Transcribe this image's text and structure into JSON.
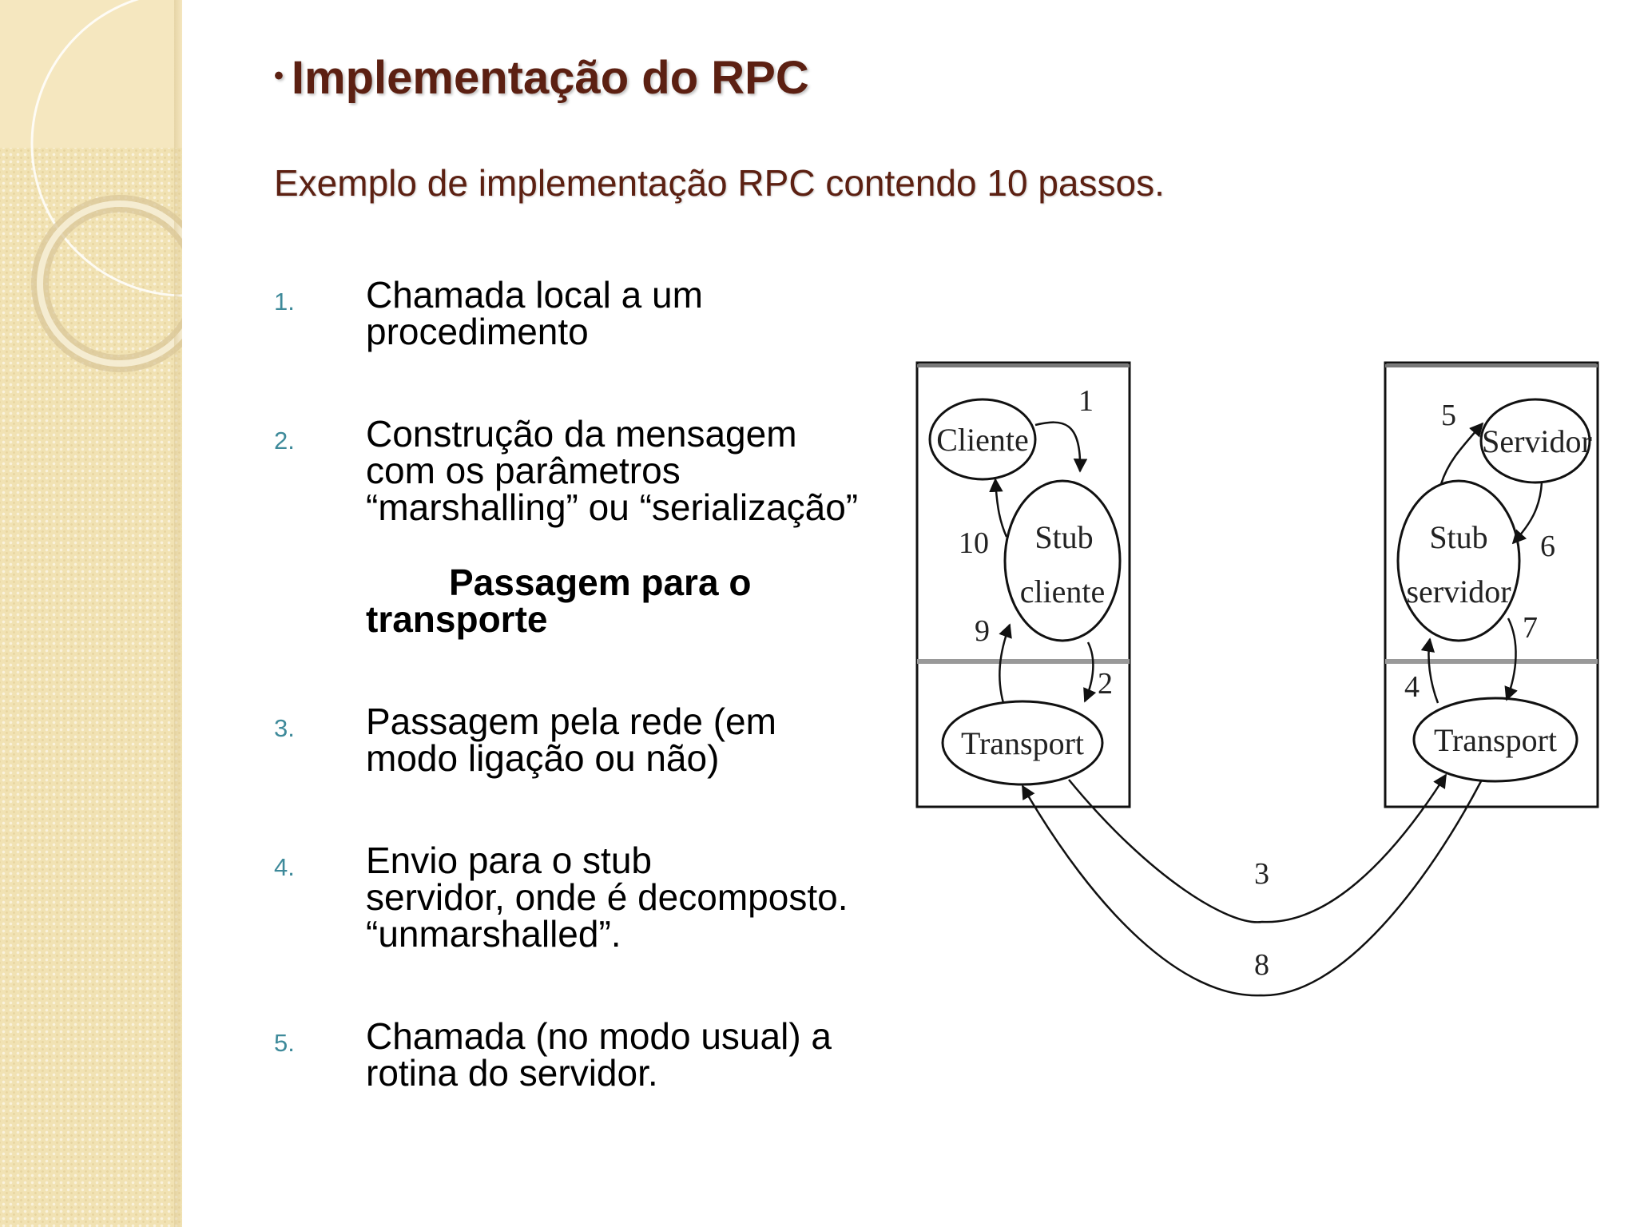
{
  "slide": {
    "heading": "Implementação do RPC",
    "bullet": "•",
    "subtitle": "Exemplo de implementação RPC contendo 10 passos.",
    "steps": [
      {
        "num": "1.",
        "text": "Chamada local a um\nprocedimento"
      },
      {
        "num": "2.",
        "text": "Construção da mensagem\ncom os parâmetros\n“marshalling” ou “serialização”"
      },
      {
        "num": "3.",
        "text": "Passagem pela rede (em\nmodo ligação ou não)"
      },
      {
        "num": "4.",
        "text": "Envio para o stub\nservidor, onde é decomposto.\n“unmarshalled”."
      },
      {
        "num": "5.",
        "text": "Chamada (no modo usual) a\nrotina do servidor."
      }
    ],
    "note_line1": "Passagem para o",
    "note_line2": "transporte"
  },
  "diagram": {
    "client_node": "Cliente",
    "client_stub_line1": "Stub",
    "client_stub_line2": "cliente",
    "client_transport": "Transport",
    "server_node": "Servidor",
    "server_stub_line1": "Stub",
    "server_stub_line2": "servidor",
    "server_transport": "Transport",
    "arrow_labels": [
      "1",
      "2",
      "3",
      "4",
      "5",
      "6",
      "7",
      "8",
      "9",
      "10"
    ]
  },
  "colors": {
    "heading": "#5c2012",
    "step_number": "#3e8a9a",
    "side_panel": "#f1e2b3"
  }
}
